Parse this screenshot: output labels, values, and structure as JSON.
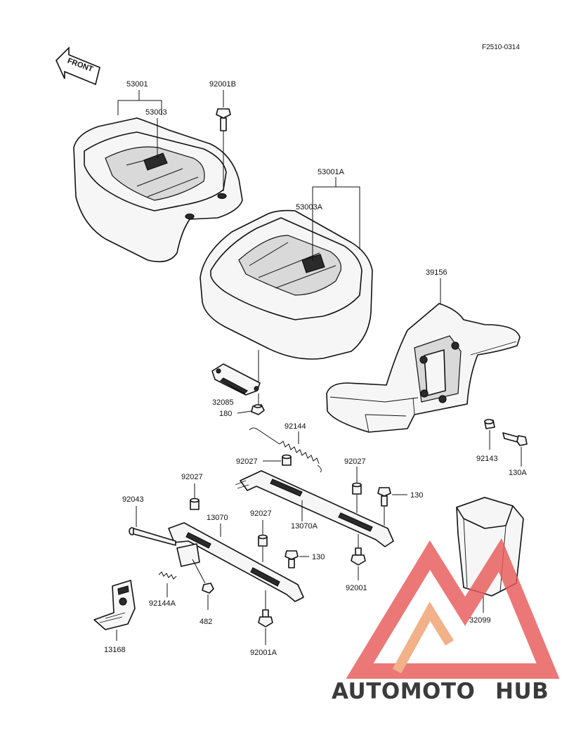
{
  "diagram": {
    "code": "F2510-0314",
    "front_label": "FRONT",
    "labels": {
      "p53001": "53001",
      "p53003": "53003",
      "p92001B": "92001B",
      "p53001A": "53001A",
      "p53003A": "53003A",
      "p39156": "39156",
      "p32085": "32085",
      "p180": "180",
      "p92144": "92144",
      "p92027a": "92027",
      "p92027b": "92027",
      "p92027c": "92027",
      "p92027d": "92027",
      "p92143": "92143",
      "p130A": "130A",
      "p130a": "130",
      "p130b": "130",
      "p92043": "92043",
      "p13070": "13070",
      "p13070A": "13070A",
      "p92001": "92001",
      "p92144A": "92144A",
      "p482": "482",
      "p13168": "13168",
      "p92001A": "92001A",
      "p32099": "32099"
    }
  },
  "watermark": {
    "text_auto": "AUTOMOTO",
    "text_hub": "HUB",
    "colors": {
      "accent": "#f0a070",
      "red": "#e85a5a",
      "hub": "#8c8c8c"
    }
  }
}
